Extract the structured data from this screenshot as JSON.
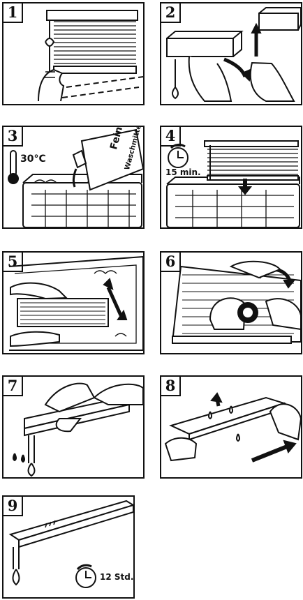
{
  "steps": [
    {
      "number": "1"
    },
    {
      "number": "2"
    },
    {
      "number": "3",
      "temperature": "30°C",
      "bottle_text_1": "Fein",
      "bottle_text_2": "Waschmittel"
    },
    {
      "number": "4",
      "timer": "15 min."
    },
    {
      "number": "5"
    },
    {
      "number": "6"
    },
    {
      "number": "7"
    },
    {
      "number": "8"
    },
    {
      "number": "9",
      "timer": "12 Std."
    }
  ],
  "colors": {
    "ink": "#111111",
    "paper": "#ffffff"
  }
}
